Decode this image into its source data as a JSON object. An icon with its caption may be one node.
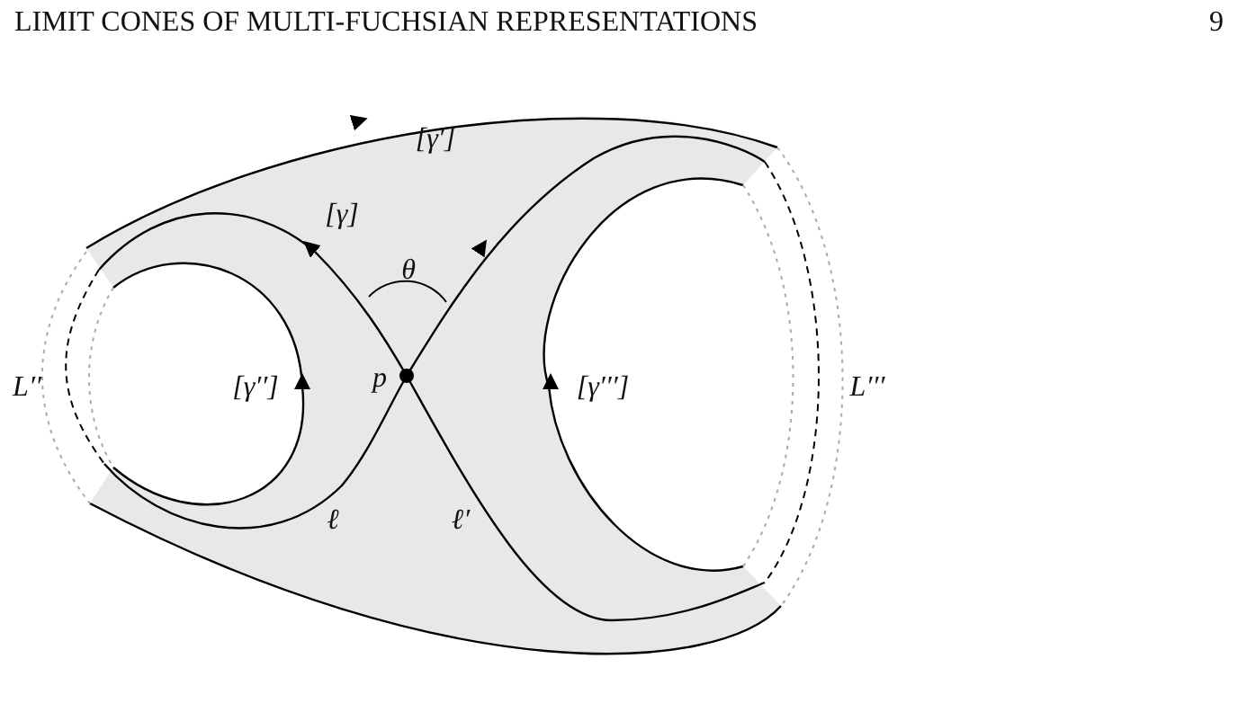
{
  "diagram": {
    "labels": [
      "LIMIT CONES OF MULTI-FUCHSIAN REPRESENTATIONS",
      "9",
      "[γ′]",
      "[γ]",
      "θ",
      "L′′",
      "p",
      "[γ′′]",
      "[γ′′′]",
      "L′′′",
      "ℓ",
      "ℓ′"
    ]
  }
}
